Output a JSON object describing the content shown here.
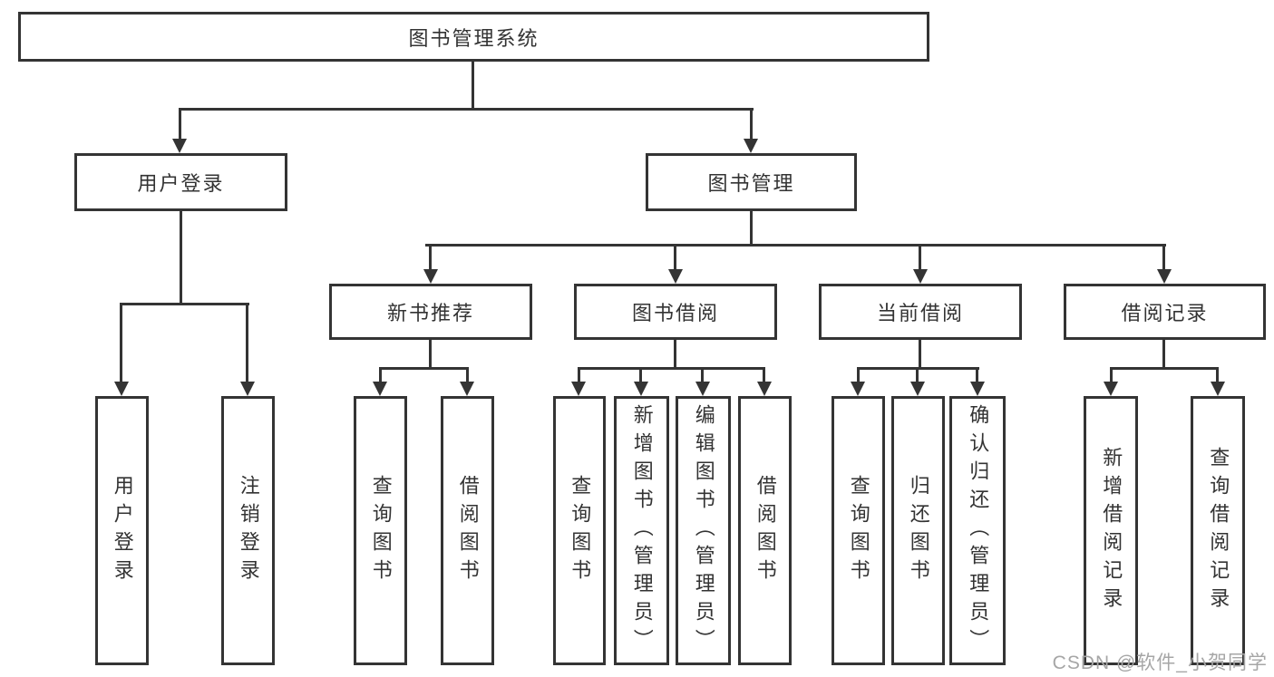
{
  "diagram": {
    "root": {
      "label": "图书管理系统"
    },
    "level2": [
      {
        "label": "用户登录"
      },
      {
        "label": "图书管理"
      }
    ],
    "level3": [
      {
        "label": "新书推荐"
      },
      {
        "label": "图书借阅"
      },
      {
        "label": "当前借阅"
      },
      {
        "label": "借阅记录"
      }
    ],
    "leaves": [
      {
        "label": "用户登录",
        "parent": "用户登录"
      },
      {
        "label": "注销登录",
        "parent": "用户登录"
      },
      {
        "label": "查询图书",
        "parent": "新书推荐"
      },
      {
        "label": "借阅图书",
        "parent": "新书推荐"
      },
      {
        "label": "查询图书",
        "parent": "图书借阅"
      },
      {
        "label": "新增图书（管理员）",
        "parent": "图书借阅"
      },
      {
        "label": "编辑图书（管理员）",
        "parent": "图书借阅"
      },
      {
        "label": "借阅图书",
        "parent": "图书借阅"
      },
      {
        "label": "查询图书",
        "parent": "当前借阅"
      },
      {
        "label": "归还图书",
        "parent": "当前借阅"
      },
      {
        "label": "确认归还（管理员）",
        "parent": "当前借阅"
      },
      {
        "label": "新增借阅记录",
        "parent": "借阅记录"
      },
      {
        "label": "查询借阅记录",
        "parent": "借阅记录"
      }
    ],
    "watermark": {
      "text": "CSDN @软件_小贺同学"
    },
    "colors": {
      "line": "#343434",
      "box_border": "#343434",
      "text": "#333333",
      "watermark": "#a6a6a6",
      "background": "#ffffff"
    }
  }
}
